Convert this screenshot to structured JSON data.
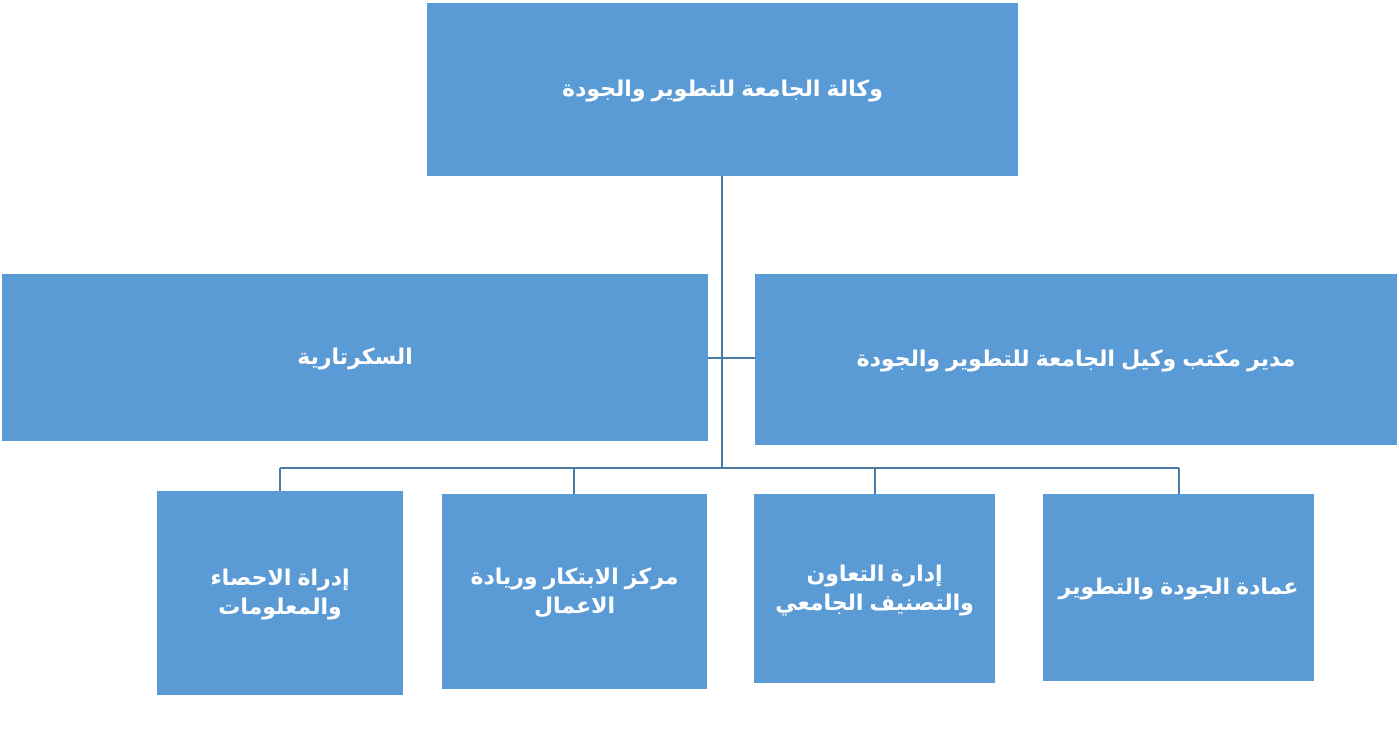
{
  "colors": {
    "box_fill": "#5b9bd5",
    "box_text": "#ffffff",
    "connector": "#4a7ba6",
    "background": "#ffffff"
  },
  "org": {
    "top": "وكالة الجامعة للتطوير والجودة",
    "assistant_right": "مدير مكتب وكيل الجامعة للتطوير والجودة",
    "assistant_left": "السكرتارية",
    "units": [
      "عمادة الجودة والتطوير",
      "إدارة التعاون والتصنيف الجامعي",
      "مركز الابتكار وريادة الاعمال",
      "إدراة الاحصاء والمعلومات"
    ]
  }
}
